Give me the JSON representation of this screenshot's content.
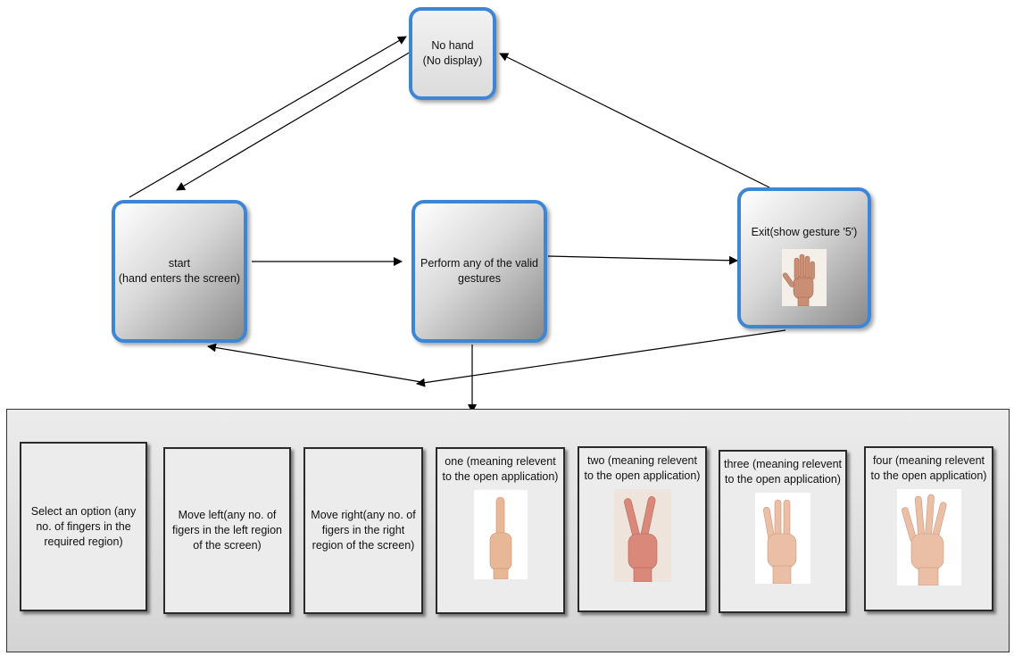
{
  "nodes": {
    "no_hand": {
      "line1": "No hand",
      "line2": "(No display)"
    },
    "start": {
      "line1": "start",
      "line2": "(hand enters the screen)"
    },
    "perform": {
      "line1": "Perform any of the valid",
      "line2": "gestures"
    },
    "exit": {
      "line1": "Exit(show gesture '5')",
      "icon": "open-hand-five-fingers"
    }
  },
  "gestures": [
    {
      "text": "Select an option (any no. of fingers in the required region)"
    },
    {
      "text": "Move left(any no. of figers in the left region of the screen)"
    },
    {
      "text": "Move right(any no. of figers in the right region of the screen)"
    },
    {
      "text": "one (meaning relevent to the open application)",
      "icon": "one-finger-hand"
    },
    {
      "text": "two (meaning relevent to the open application)",
      "icon": "two-finger-hand"
    },
    {
      "text": "three (meaning relevent to the open application)",
      "icon": "three-finger-hand"
    },
    {
      "text": "four (meaning relevent to the open application)",
      "icon": "four-finger-hand"
    }
  ],
  "colors": {
    "node_border": "#3d86d6",
    "arrow": "#000000",
    "panel_background": "#e0e0e0",
    "skin": "#e8b896"
  }
}
